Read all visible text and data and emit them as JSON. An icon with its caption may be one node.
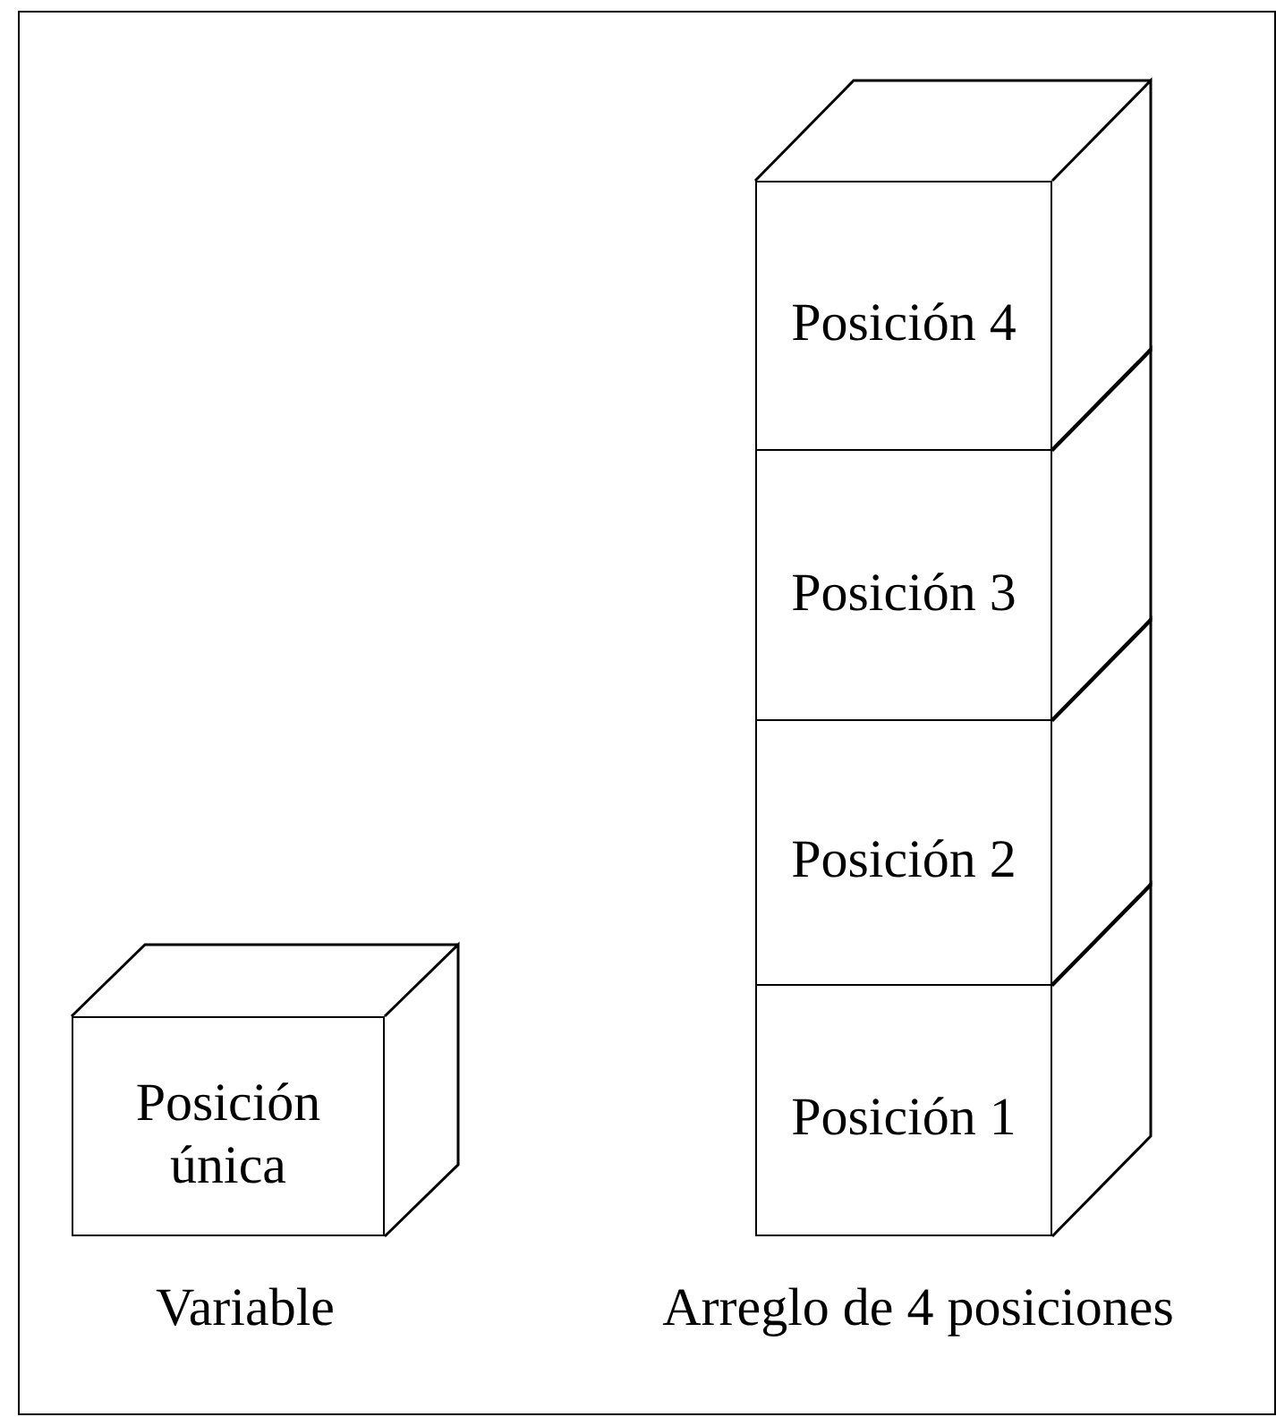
{
  "diagram": {
    "nodes": [
      {
        "text": [
          "Posición única"
        ]
      },
      {
        "text": [
          "Posición 4"
        ]
      },
      {
        "text": [
          "Posición 3"
        ]
      },
      {
        "text": [
          "Posición 2"
        ]
      },
      {
        "text": [
          "Posición 1"
        ]
      }
    ],
    "labels": [
      "Variable",
      "Arreglo de 4 posiciones"
    ]
  }
}
